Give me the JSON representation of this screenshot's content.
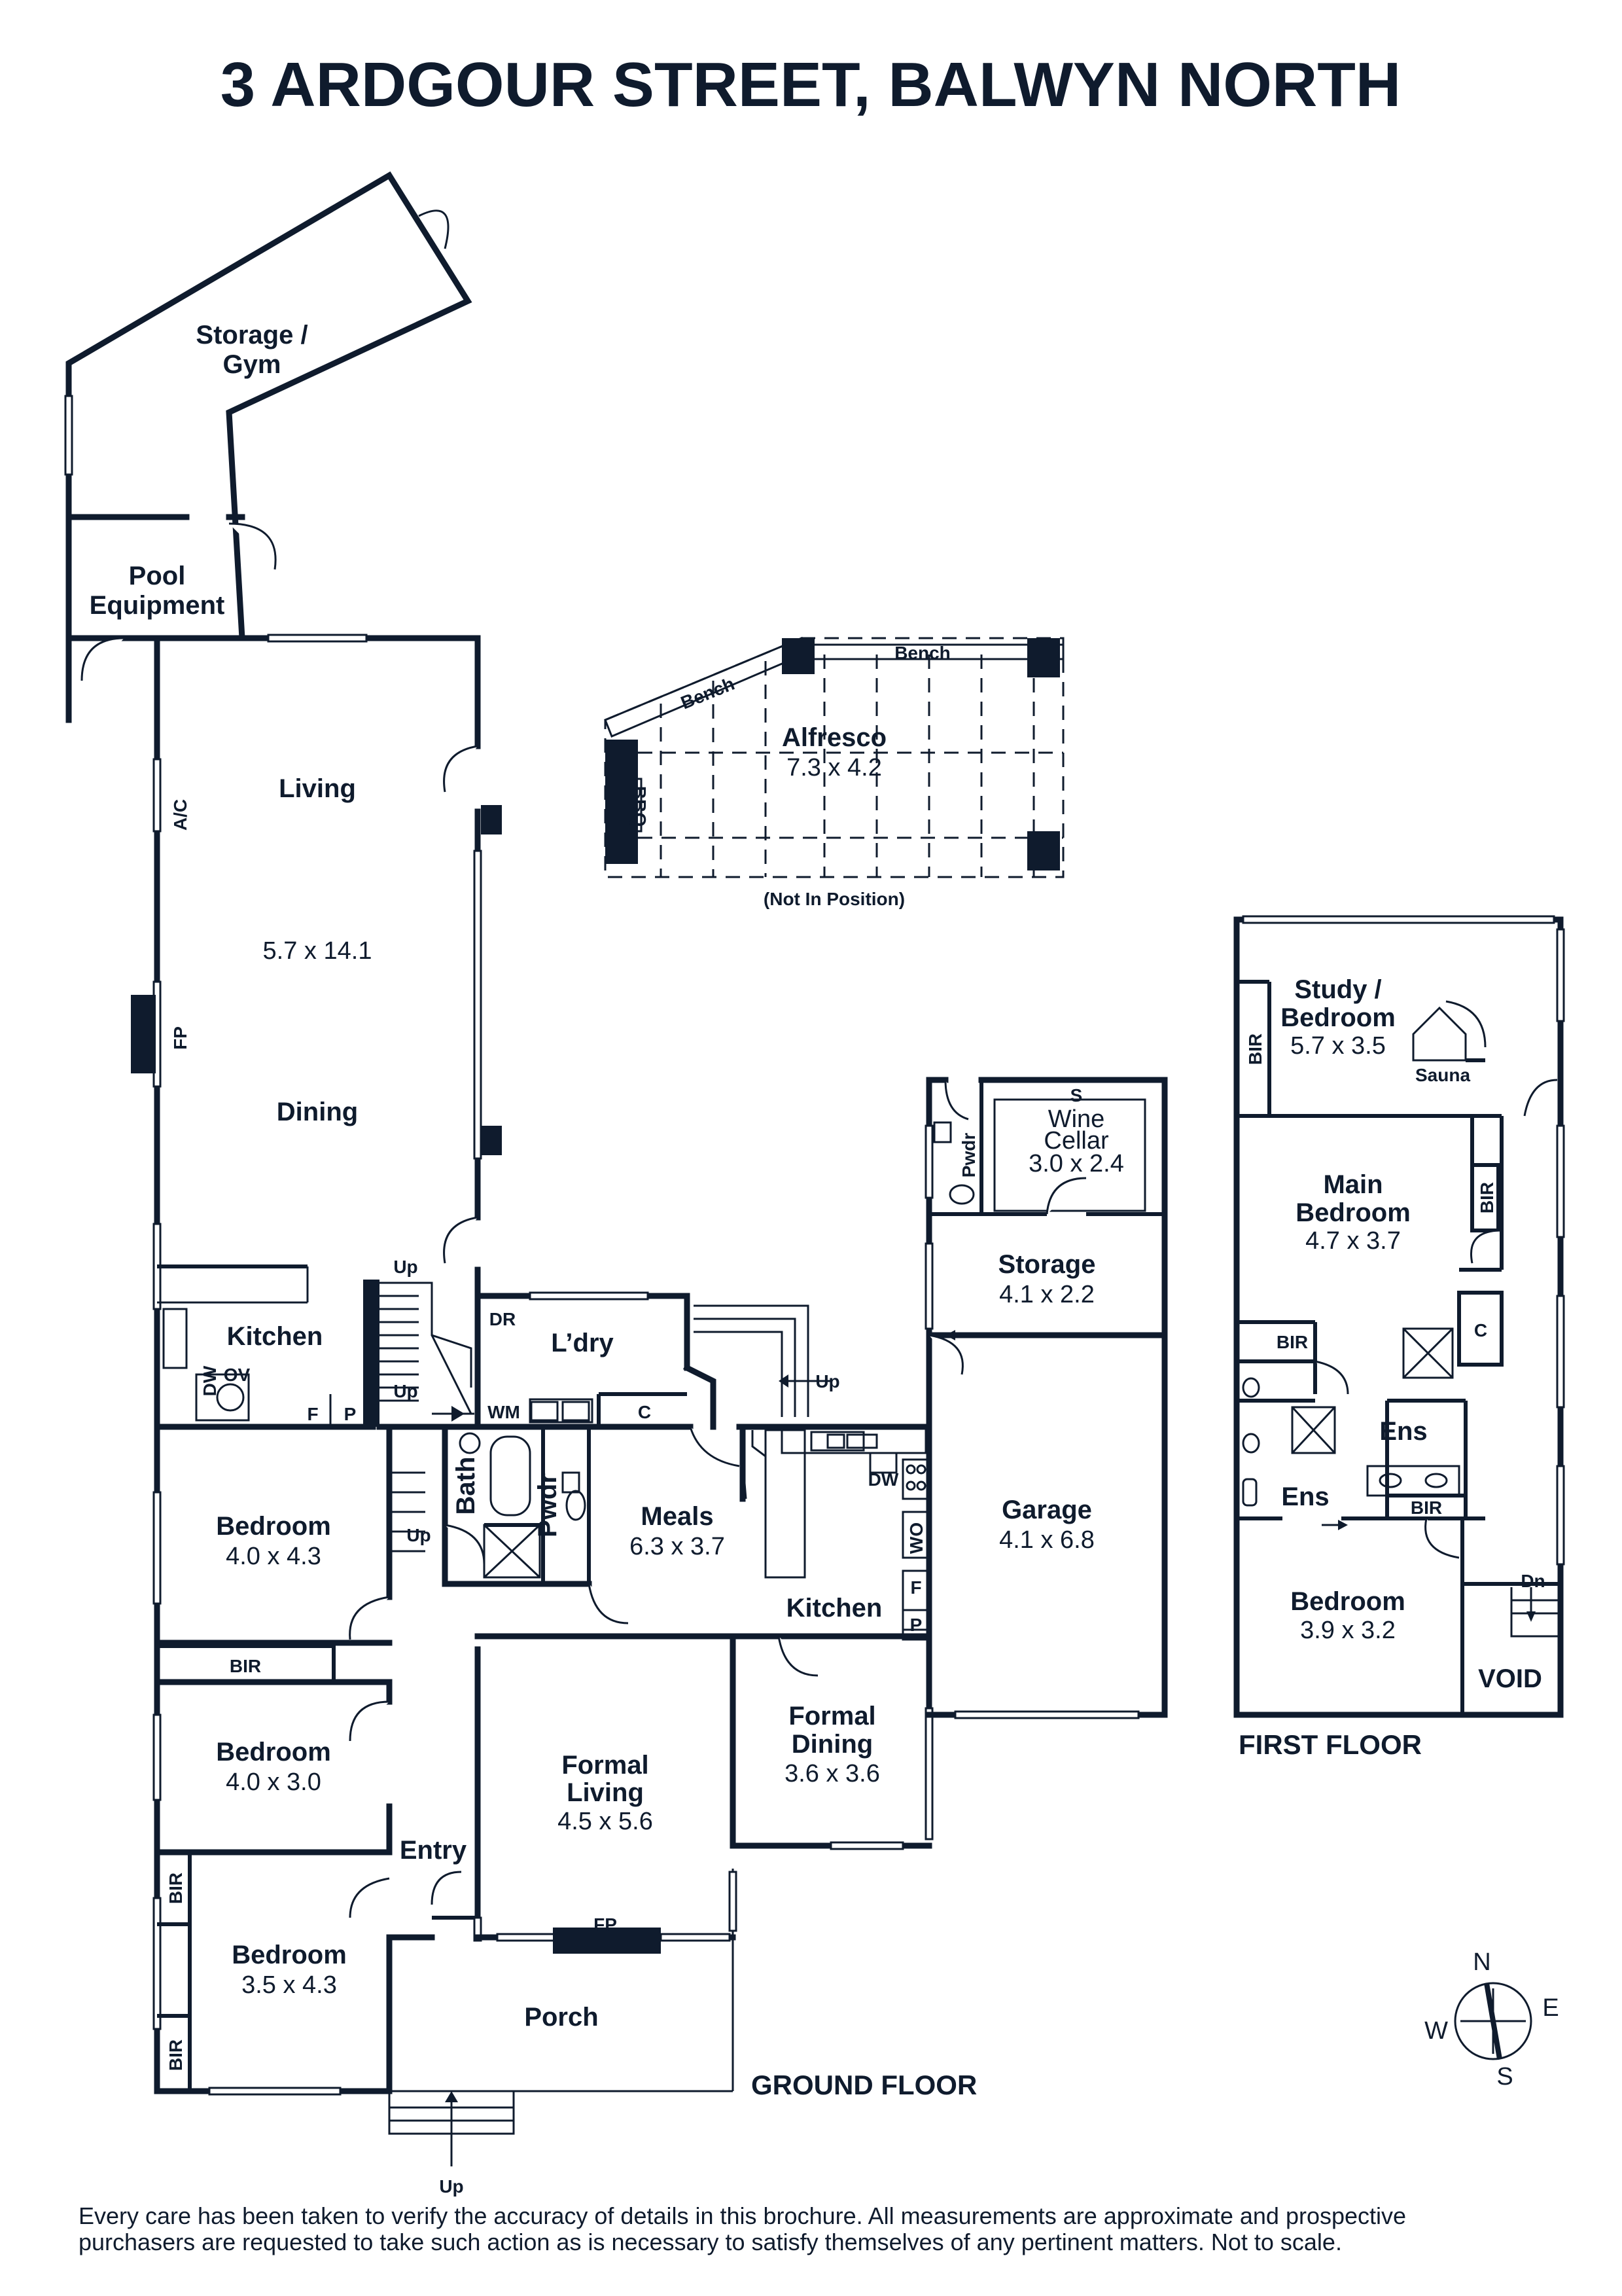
{
  "title": "3 ARDGOUR STREET, BALWYN NORTH",
  "rooms": {
    "storage_gym": "Storage /",
    "storage_gym_2": "Gym",
    "pool_equipment": "Pool",
    "pool_equipment_2": "Equipment",
    "living": "Living",
    "living_dining_dims": "5.7 x 14.1",
    "dining": "Dining",
    "ac": "A/C",
    "fp": "FP",
    "alfresco": "Alfresco",
    "alfresco_dims": "7.3 x 4.2",
    "bench1": "Bench",
    "bench2": "Bench",
    "bbq": "BBQ",
    "not_in_position": "(Not In Position)",
    "kitchen_rear": "Kitchen",
    "dw": "DW",
    "ov": "OV",
    "f": "F",
    "p": "P",
    "up1": "Up",
    "up2": "Up",
    "up3": "Up",
    "up4": "Up",
    "up_porch": "Up",
    "dr": "DR",
    "laundry": "L’dry",
    "wm": "WM",
    "c": "C",
    "bath": "Bath",
    "pwdr": "Pwdr",
    "meals": "Meals",
    "meals_dims": "6.3 x 3.7",
    "kitchen": "Kitchen",
    "wo": "WO",
    "kdw": "DW",
    "kf": "F",
    "kp": "P",
    "bed1": "Bedroom",
    "bed1_dims": "4.0 x 4.3",
    "bir1": "BIR",
    "bed2": "Bedroom",
    "bed2_dims": "4.0 x 3.0",
    "bed3": "Bedroom",
    "bed3_dims": "3.5 x 4.3",
    "bir_a": "BIR",
    "bir_b": "BIR",
    "entry": "Entry",
    "formal_living": "Formal",
    "formal_living_2": "Living",
    "formal_living_dims": "4.5 x 5.6",
    "formal_dining": "Formal",
    "formal_dining_2": "Dining",
    "formal_dining_dims": "3.6 x 3.6",
    "porch": "Porch",
    "porch_fp": "FP",
    "wine": "Wine",
    "cellar": "Cellar",
    "wine_dims": "3.0 x 2.4",
    "wine_s": "S",
    "garage_pwdr": "Pwdr",
    "storage": "Storage",
    "storage_dims": "4.1 x 2.2",
    "garage": "Garage",
    "garage_dims": "4.1 x 6.8"
  },
  "first_floor": {
    "study": "Study /",
    "study_2": "Bedroom",
    "study_dims": "5.7 x 3.5",
    "sauna": "Sauna",
    "bir_study": "BIR",
    "main_bed": "Main",
    "main_bed_2": "Bedroom",
    "main_bed_dims": "4.7 x 3.7",
    "bir_main": "BIR",
    "bir_ens": "BIR",
    "c": "C",
    "ens1": "Ens",
    "ens2": "Ens",
    "bir_lower": "BIR",
    "bed": "Bedroom",
    "bed_dims": "3.9 x 3.2",
    "dn": "Dn",
    "void": "VOID"
  },
  "labels": {
    "ground_floor": "GROUND FLOOR",
    "first_floor": "FIRST FLOOR",
    "n": "N",
    "e": "E",
    "s": "S",
    "w": "W"
  },
  "disclaimer_1": "Every care has been taken to verify the accuracy of details in this brochure. All measurements are approximate and prospective",
  "disclaimer_2": "purchasers are requested to take such action as is necessary to satisfy themselves of any pertinent matters. Not to scale."
}
